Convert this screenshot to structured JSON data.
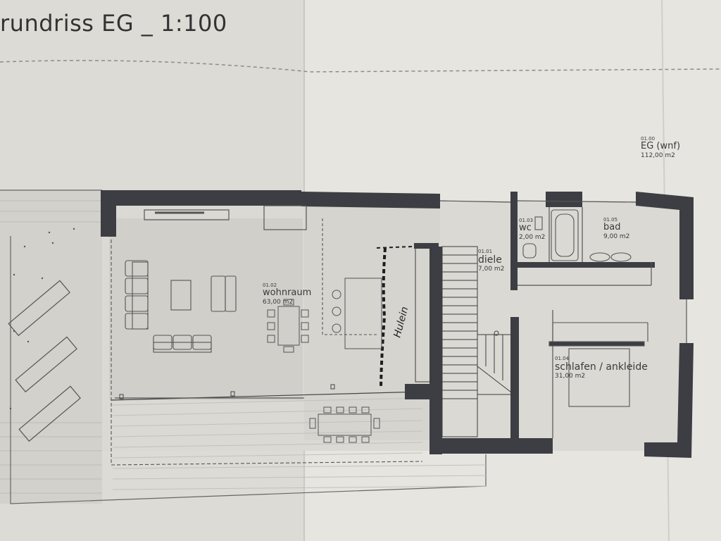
{
  "sheet": {
    "title": "rundriss EG _ 1:100",
    "colors": {
      "paper": "#e3e2dc",
      "wall": "#3d3e43",
      "line": "#555555",
      "handwriting": "#1e1e1e"
    }
  },
  "rooms": [
    {
      "id": "eg",
      "number": "01.00",
      "name": "EG (wnf)",
      "area": "112,00 m2"
    },
    {
      "id": "wohnraum",
      "number": "01.02",
      "name": "wohnraum",
      "area": "63,00 m2"
    },
    {
      "id": "diele",
      "number": "01.01",
      "name": "diele",
      "area": "7,00 m2"
    },
    {
      "id": "wc",
      "number": "01.03",
      "name": "wc",
      "area": "2,00 m2"
    },
    {
      "id": "bad",
      "number": "01.05",
      "name": "bad",
      "area": "9,00 m2"
    },
    {
      "id": "schlafen",
      "number": "01.04",
      "name": "schlafen / ankleide",
      "area": "31,00 m2"
    }
  ],
  "annotations": {
    "handwritten_note": "Hulein"
  },
  "icons": [
    "stair-icon",
    "sofa-icon",
    "dining-table-icon",
    "bathtub-icon",
    "toilet-icon",
    "sink-icon",
    "bed-icon",
    "sunlounger-icon"
  ]
}
